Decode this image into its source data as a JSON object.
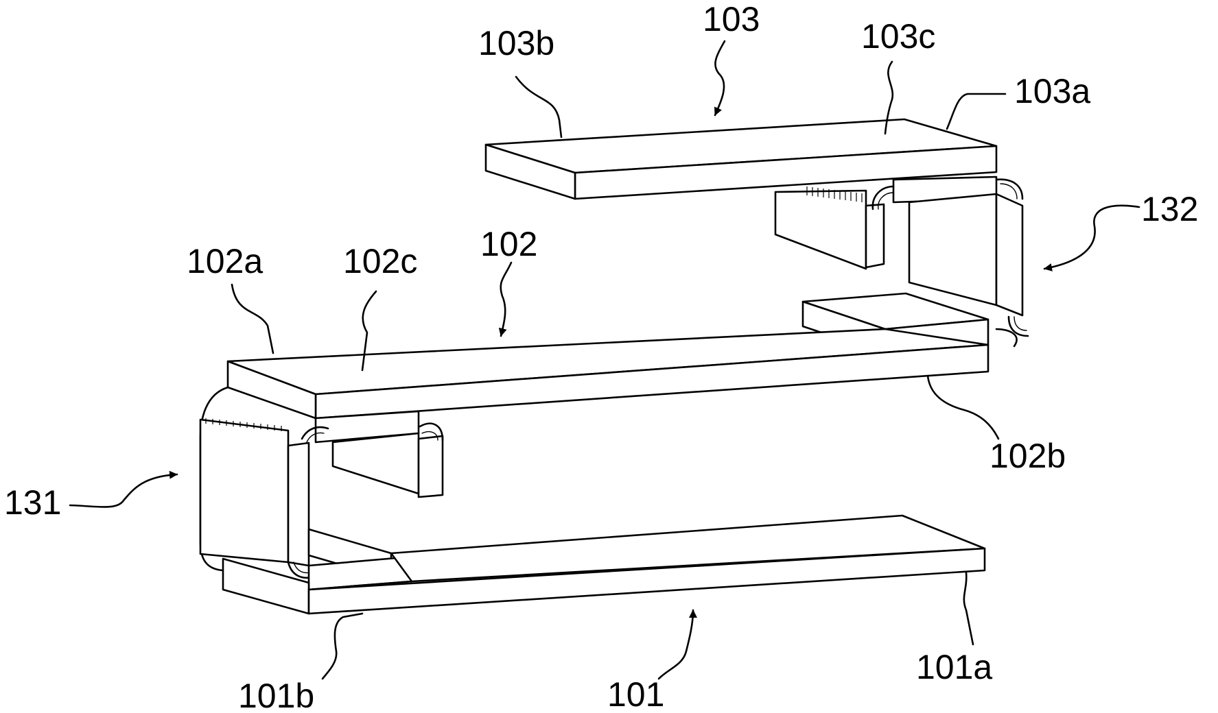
{
  "labels": {
    "l103": "103",
    "l103b": "103b",
    "l103c": "103c",
    "l103a": "103a",
    "l132": "132",
    "l102": "102",
    "l102a": "102a",
    "l102c": "102c",
    "l102b": "102b",
    "l131": "131",
    "l101": "101",
    "l101a": "101a",
    "l101b": "101b"
  },
  "colors": {
    "stroke": "#000000",
    "background": "#ffffff"
  }
}
